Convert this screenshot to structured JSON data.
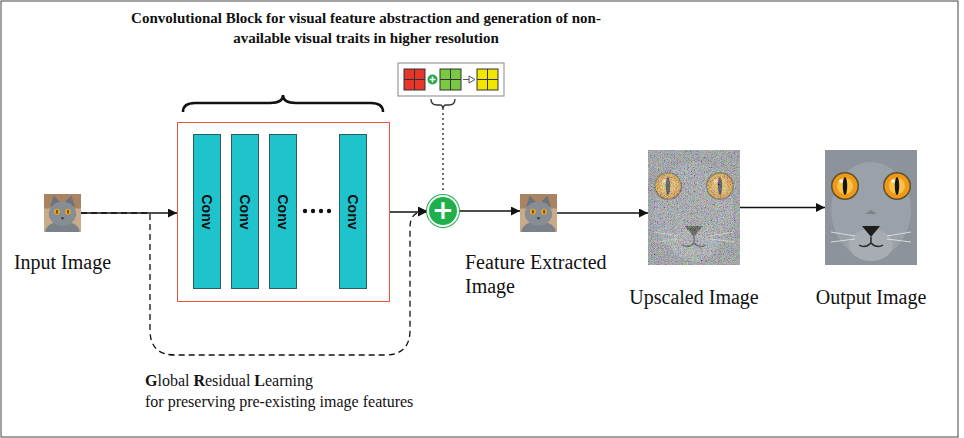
{
  "diagram": {
    "nodes": [
      {
        "text": [
          "Input Image"
        ]
      },
      {
        "text": [
          "Convolutional Block for visual feature abstraction and generation of non-available visual traits in higher resolution"
        ]
      },
      {
        "text": [
          "Conv"
        ],
        "in": 1
      },
      {
        "text": [
          "Conv"
        ],
        "in": 1
      },
      {
        "text": [
          "Conv"
        ],
        "in": 1
      },
      {
        "text": [
          "Conv"
        ],
        "in": 1
      },
      {
        "text": [
          "+"
        ]
      },
      {
        "text": [
          "Feature Extracted Image"
        ]
      },
      {
        "text": [
          "Upscaled Image"
        ]
      },
      {
        "text": [
          "Output Image"
        ]
      }
    ],
    "edges": [
      {
        "from": 0,
        "to": 1,
        "arrow": "to"
      },
      {
        "from": 1,
        "to": 6,
        "arrow": "to"
      },
      {
        "from": 0,
        "to": 6,
        "arrow": "to"
      },
      {
        "from": 6,
        "to": 7,
        "arrow": "to"
      },
      {
        "from": 7,
        "to": 8,
        "arrow": "to"
      },
      {
        "from": 8,
        "to": 9,
        "arrow": "to"
      }
    ],
    "labels": [
      "Global Residual Learning",
      "for preserving pre-existing image features"
    ]
  }
}
